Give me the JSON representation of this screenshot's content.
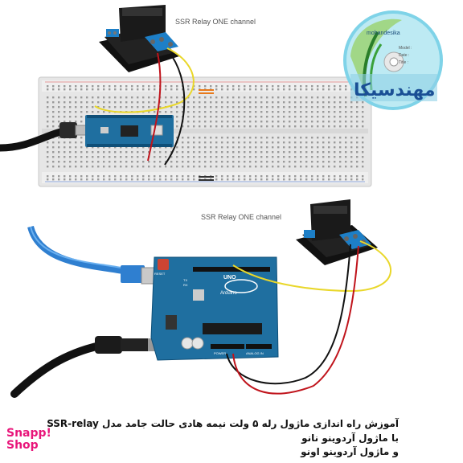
{
  "labels": {
    "top_relay": "SSR Relay ONE channel",
    "bottom_relay": "SSR Relay ONE channel"
  },
  "disc": {
    "url_text": "mohandesika",
    "fields": [
      "Model :",
      "Date :",
      "Title :"
    ],
    "brand": "مهندسیکا"
  },
  "arduino": {
    "logo_text": "UNO",
    "brand_text": "Arduino",
    "reset_label": "RESET",
    "power_header": "POWER",
    "analog_header": "ANALOG IN",
    "tx_label": "TX",
    "rx_label": "RX"
  },
  "caption": {
    "line1": "آموزش راه اندازی ماژول  رله ۵ ولت نیمه هادی حالت جامد مدل  SSR-relay",
    "line2": "با ماژول آردوینو نانو",
    "line3": "و ماژول آردوینو اونو"
  },
  "logo": {
    "line1": "Snapp!",
    "line2": "Shop"
  },
  "colors": {
    "arduino_blue": "#1f6fa0",
    "relay_blue": "#1d7fc7",
    "wire_red": "#c0141c",
    "wire_yellow": "#e9d72a",
    "wire_black": "#111111",
    "brand_pink": "#e8157a"
  }
}
